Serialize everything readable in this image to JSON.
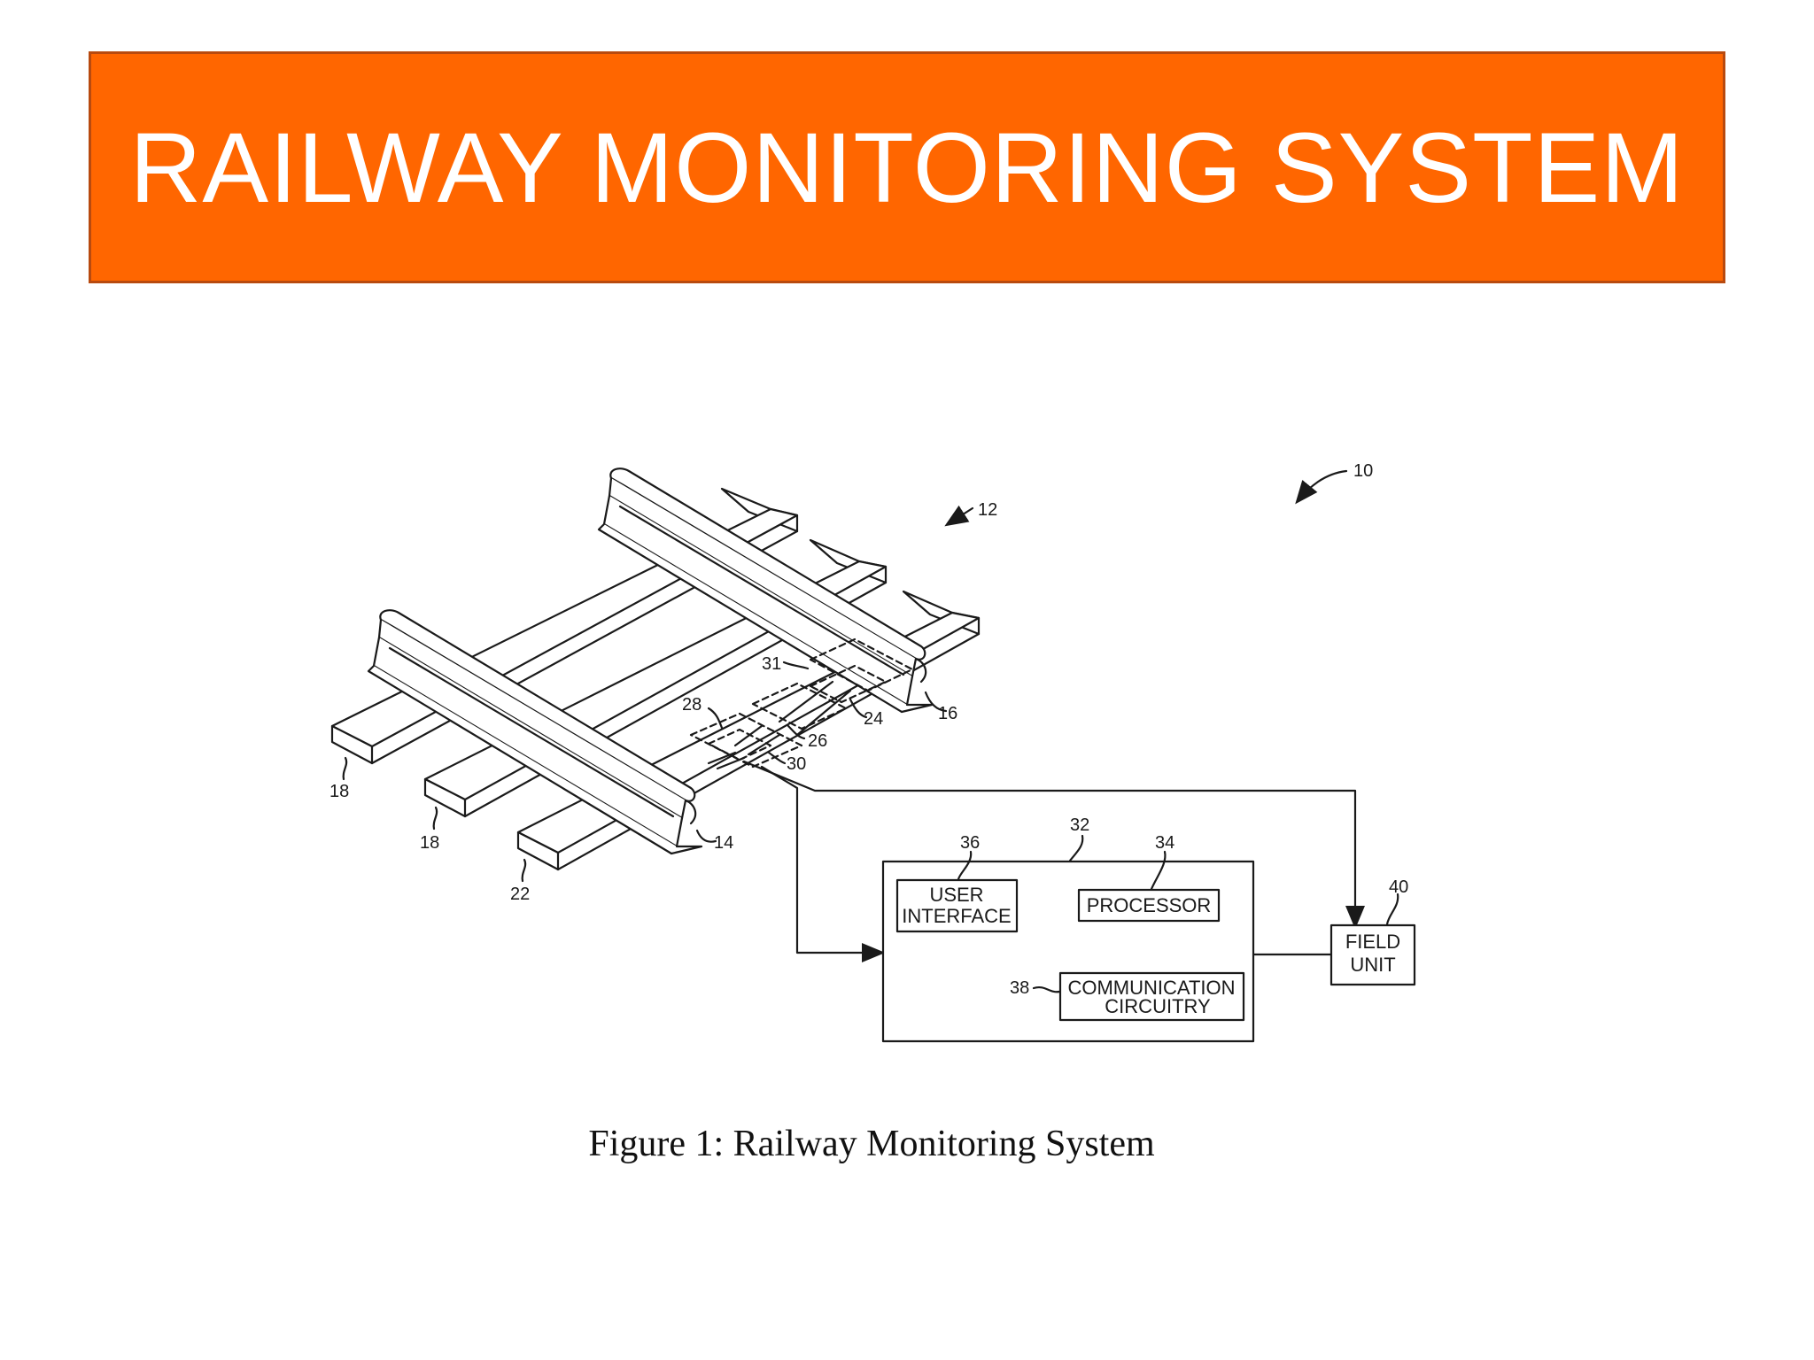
{
  "slide": {
    "title": "RAILWAY MONITORING SYSTEM",
    "caption": "Figure 1: Railway Monitoring System",
    "colors": {
      "banner": "#ff6600",
      "banner_border": "#b84a0f",
      "title_text": "#ffffff",
      "line_art": "#1a1a1a"
    }
  },
  "diagram": {
    "reference_labels": {
      "system": "10",
      "track": "12",
      "rail_near": "14",
      "rail_far": "16",
      "tie_a": "18",
      "tie_b": "18",
      "tie_c": "22",
      "sensor_24": "24",
      "sensor_26": "26",
      "sensor_28": "28",
      "sensor_30": "30",
      "sensor_31": "31",
      "controller": "32",
      "processor_ref": "34",
      "user_interface_ref": "36",
      "comm_ref": "38",
      "field_unit_ref": "40"
    },
    "boxes": {
      "user_interface_line1": "USER",
      "user_interface_line2": "INTERFACE",
      "processor": "PROCESSOR",
      "communication_line1": "COMMUNICATION",
      "communication_line2": "CIRCUITRY",
      "field_unit_line1": "FIELD",
      "field_unit_line2": "UNIT"
    }
  }
}
